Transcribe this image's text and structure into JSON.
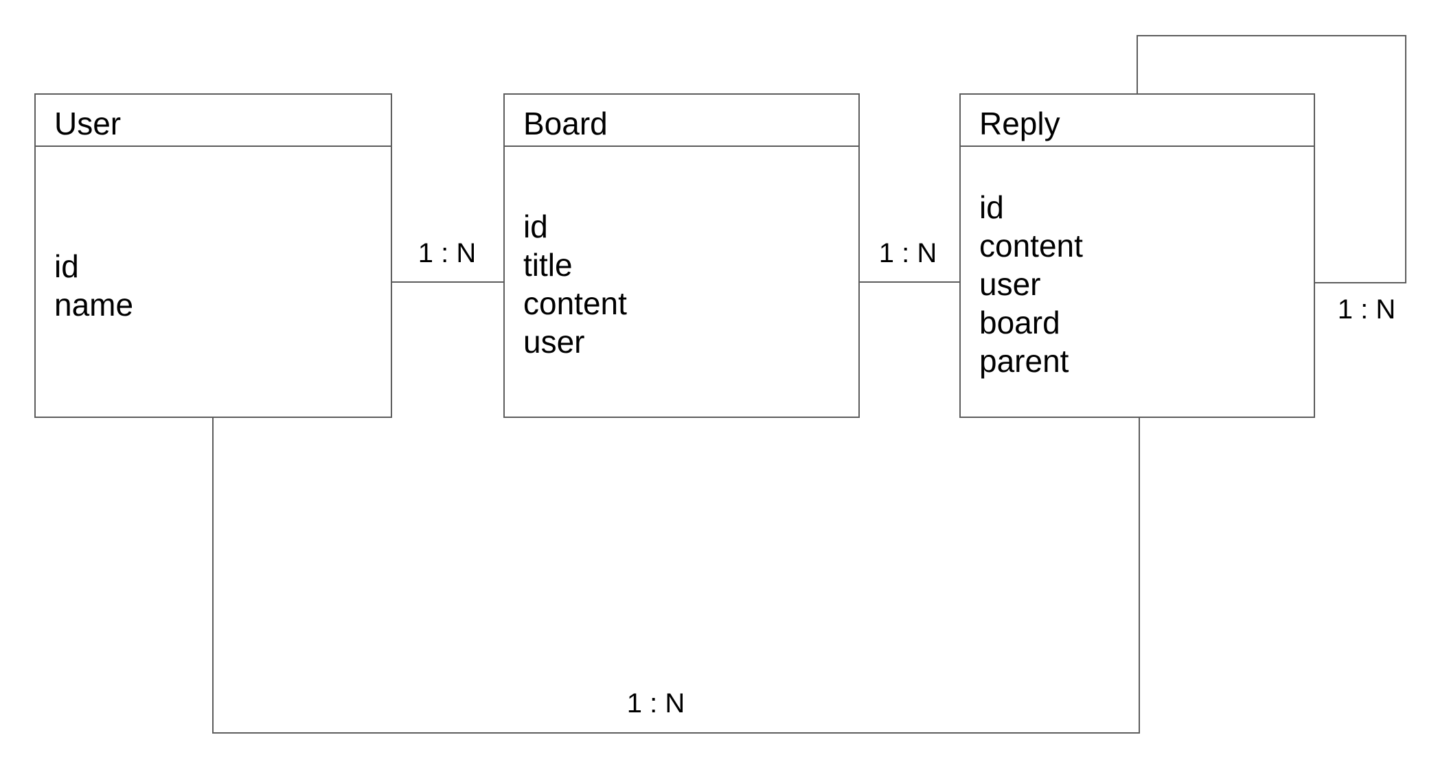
{
  "diagram": {
    "type": "entity-relationship",
    "line_color": "#5b5b5b",
    "text_color": "#000000",
    "background_color": "#ffffff",
    "entities": [
      {
        "name": "User",
        "fields": [
          "id",
          "name"
        ]
      },
      {
        "name": "Board",
        "fields": [
          "id",
          "title",
          "content",
          "user"
        ]
      },
      {
        "name": "Reply",
        "fields": [
          "id",
          "content",
          "user",
          "board",
          "parent"
        ]
      }
    ],
    "relationships": [
      {
        "from": "User",
        "to": "Board",
        "label": "1 : N"
      },
      {
        "from": "Board",
        "to": "Reply",
        "label": "1 : N"
      },
      {
        "from": "Reply",
        "to": "Reply",
        "label": "1 : N"
      },
      {
        "from": "User",
        "to": "Reply",
        "label": "1 : N"
      }
    ]
  }
}
